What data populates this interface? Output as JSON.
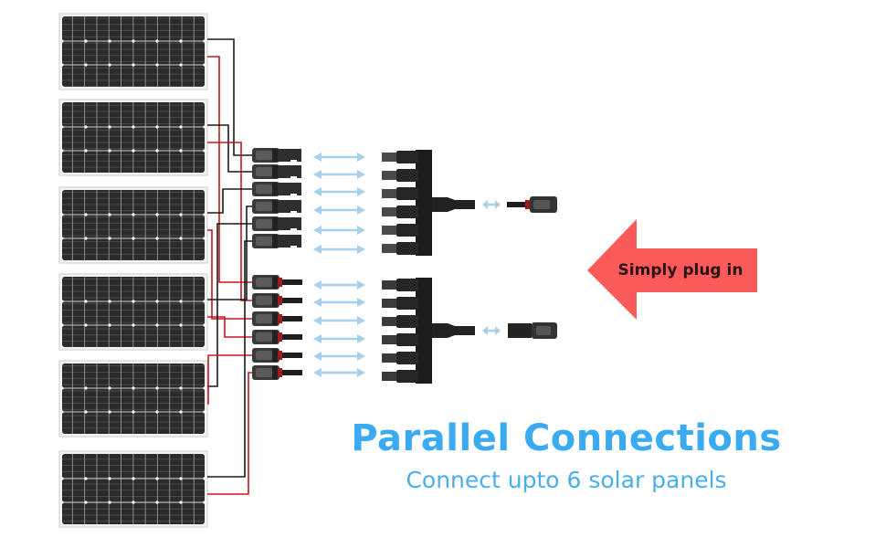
{
  "title": "Parallel Connections",
  "subtitle": "Connect upto 6 solar panels",
  "callout": {
    "label": "Simply plug in",
    "color": "#fa5a5a"
  },
  "colors": {
    "title": "#3aabf0",
    "subtitle": "#4aaee8",
    "positive_wire": "#c8161d",
    "negative_wire": "#1a1a1a",
    "arrow_double": "#a8d0ea",
    "panel_cell": "#2b2b2b",
    "panel_frame": "#dcdcdc"
  },
  "diagram": {
    "panel_count": 6,
    "panels": [
      {
        "id": "panel-1"
      },
      {
        "id": "panel-2"
      },
      {
        "id": "panel-3"
      },
      {
        "id": "panel-4"
      },
      {
        "id": "panel-5"
      },
      {
        "id": "panel-6"
      }
    ],
    "branch_connectors": {
      "negative_group": 6,
      "positive_group": 6
    },
    "combiners": [
      {
        "id": "negative-6to1-branch",
        "inputs": 6
      },
      {
        "id": "positive-6to1-branch",
        "inputs": 6
      }
    ],
    "output_plugs": [
      {
        "id": "negative-output-plug"
      },
      {
        "id": "positive-output-plug"
      }
    ]
  }
}
